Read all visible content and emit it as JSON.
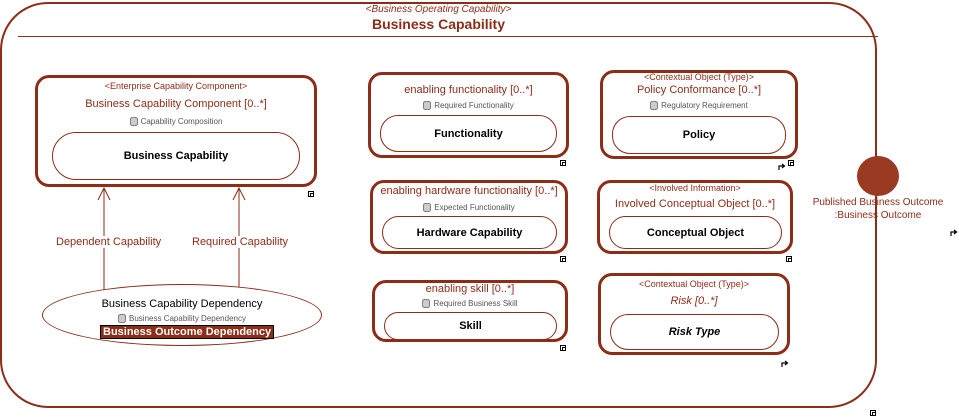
{
  "frame": {
    "stereotype": "<Business Operating Capability>",
    "title": "Business Capability"
  },
  "parts": {
    "component": {
      "stereotype": "<Enterprise Capability Component>",
      "title": "Business Capability Component [0..*]",
      "type_label": "Capability Composition",
      "inner": "Business Capability"
    },
    "functionality": {
      "title": "enabling functionality [0..*]",
      "type_label": "Required Functionality",
      "inner": "Functionality"
    },
    "hardware": {
      "title": "enabling hardware functionality [0..*]",
      "type_label": "Expected Functionality",
      "inner": "Hardware Capability"
    },
    "skill": {
      "title": "enabling skill [0..*]",
      "type_label": "Required Business Skill",
      "inner": "Skill"
    },
    "policy": {
      "stereotype": "<Contextual Object (Type)>",
      "title": "Policy Conformance [0..*]",
      "type_label": "Regulatory Requirement",
      "inner": "Policy"
    },
    "conceptual": {
      "stereotype": "<Involved Information>",
      "title": "Involved Conceptual Object [0..*]",
      "inner": "Conceptual Object"
    },
    "risk": {
      "stereotype": "<Contextual Object (Type)>",
      "title": "Risk [0..*]",
      "inner": "Risk Type"
    }
  },
  "dependency": {
    "title": "Business Capability Dependency",
    "type_label": "Business Capability Dependency",
    "selected": "Business Outcome Dependency"
  },
  "edges": {
    "left": "Dependent Capability",
    "right": "Required Capability"
  },
  "port": {
    "label_line1": "Published Business Outcome",
    "label_line2": ":Business Outcome"
  },
  "colors": {
    "accent": "#8b2d17",
    "port_fill": "#9b3a22"
  }
}
